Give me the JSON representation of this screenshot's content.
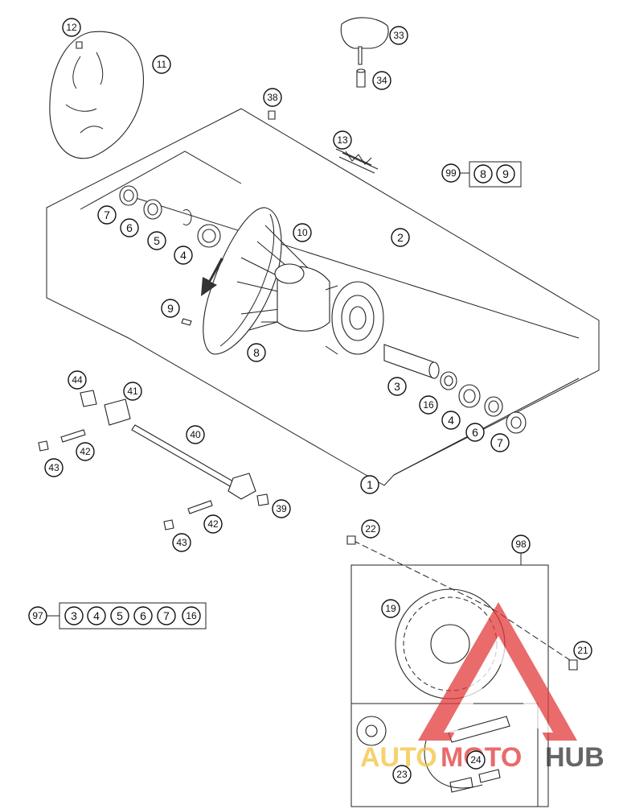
{
  "callouts": {
    "c1": "1",
    "c2": "2",
    "c3a": "3",
    "c4a": "4",
    "c5": "5",
    "c6a": "6",
    "c7a": "7",
    "c8": "8",
    "c9": "9",
    "c10": "10",
    "c11": "11",
    "c12": "12",
    "c13": "13",
    "c16a": "16",
    "c4b": "4",
    "c6b": "6",
    "c7b": "7",
    "c3b": "3",
    "c19": "19",
    "c21": "21",
    "c22": "22",
    "c23": "23",
    "c24": "24",
    "c33": "33",
    "c34": "34",
    "c38": "38",
    "c39": "39",
    "c40": "40",
    "c41": "41",
    "c42a": "42",
    "c42b": "42",
    "c43a": "43",
    "c43b": "43",
    "c44": "44"
  },
  "kits": {
    "k99": {
      "label": "99",
      "items": [
        "8",
        "9"
      ]
    },
    "k97": {
      "label": "97",
      "items": [
        "3",
        "4",
        "5",
        "6",
        "7",
        "16"
      ]
    },
    "k98": {
      "label": "98"
    }
  },
  "watermark": {
    "brand_part1": "AUTO",
    "brand_part2": "MOTO",
    "brand_part3": "HUB",
    "color_red": "#e23a3a",
    "color_yellow": "#f3c23f",
    "color_dark": "#333333"
  },
  "icons": {
    "arrow": "rotation-arrow-icon"
  }
}
